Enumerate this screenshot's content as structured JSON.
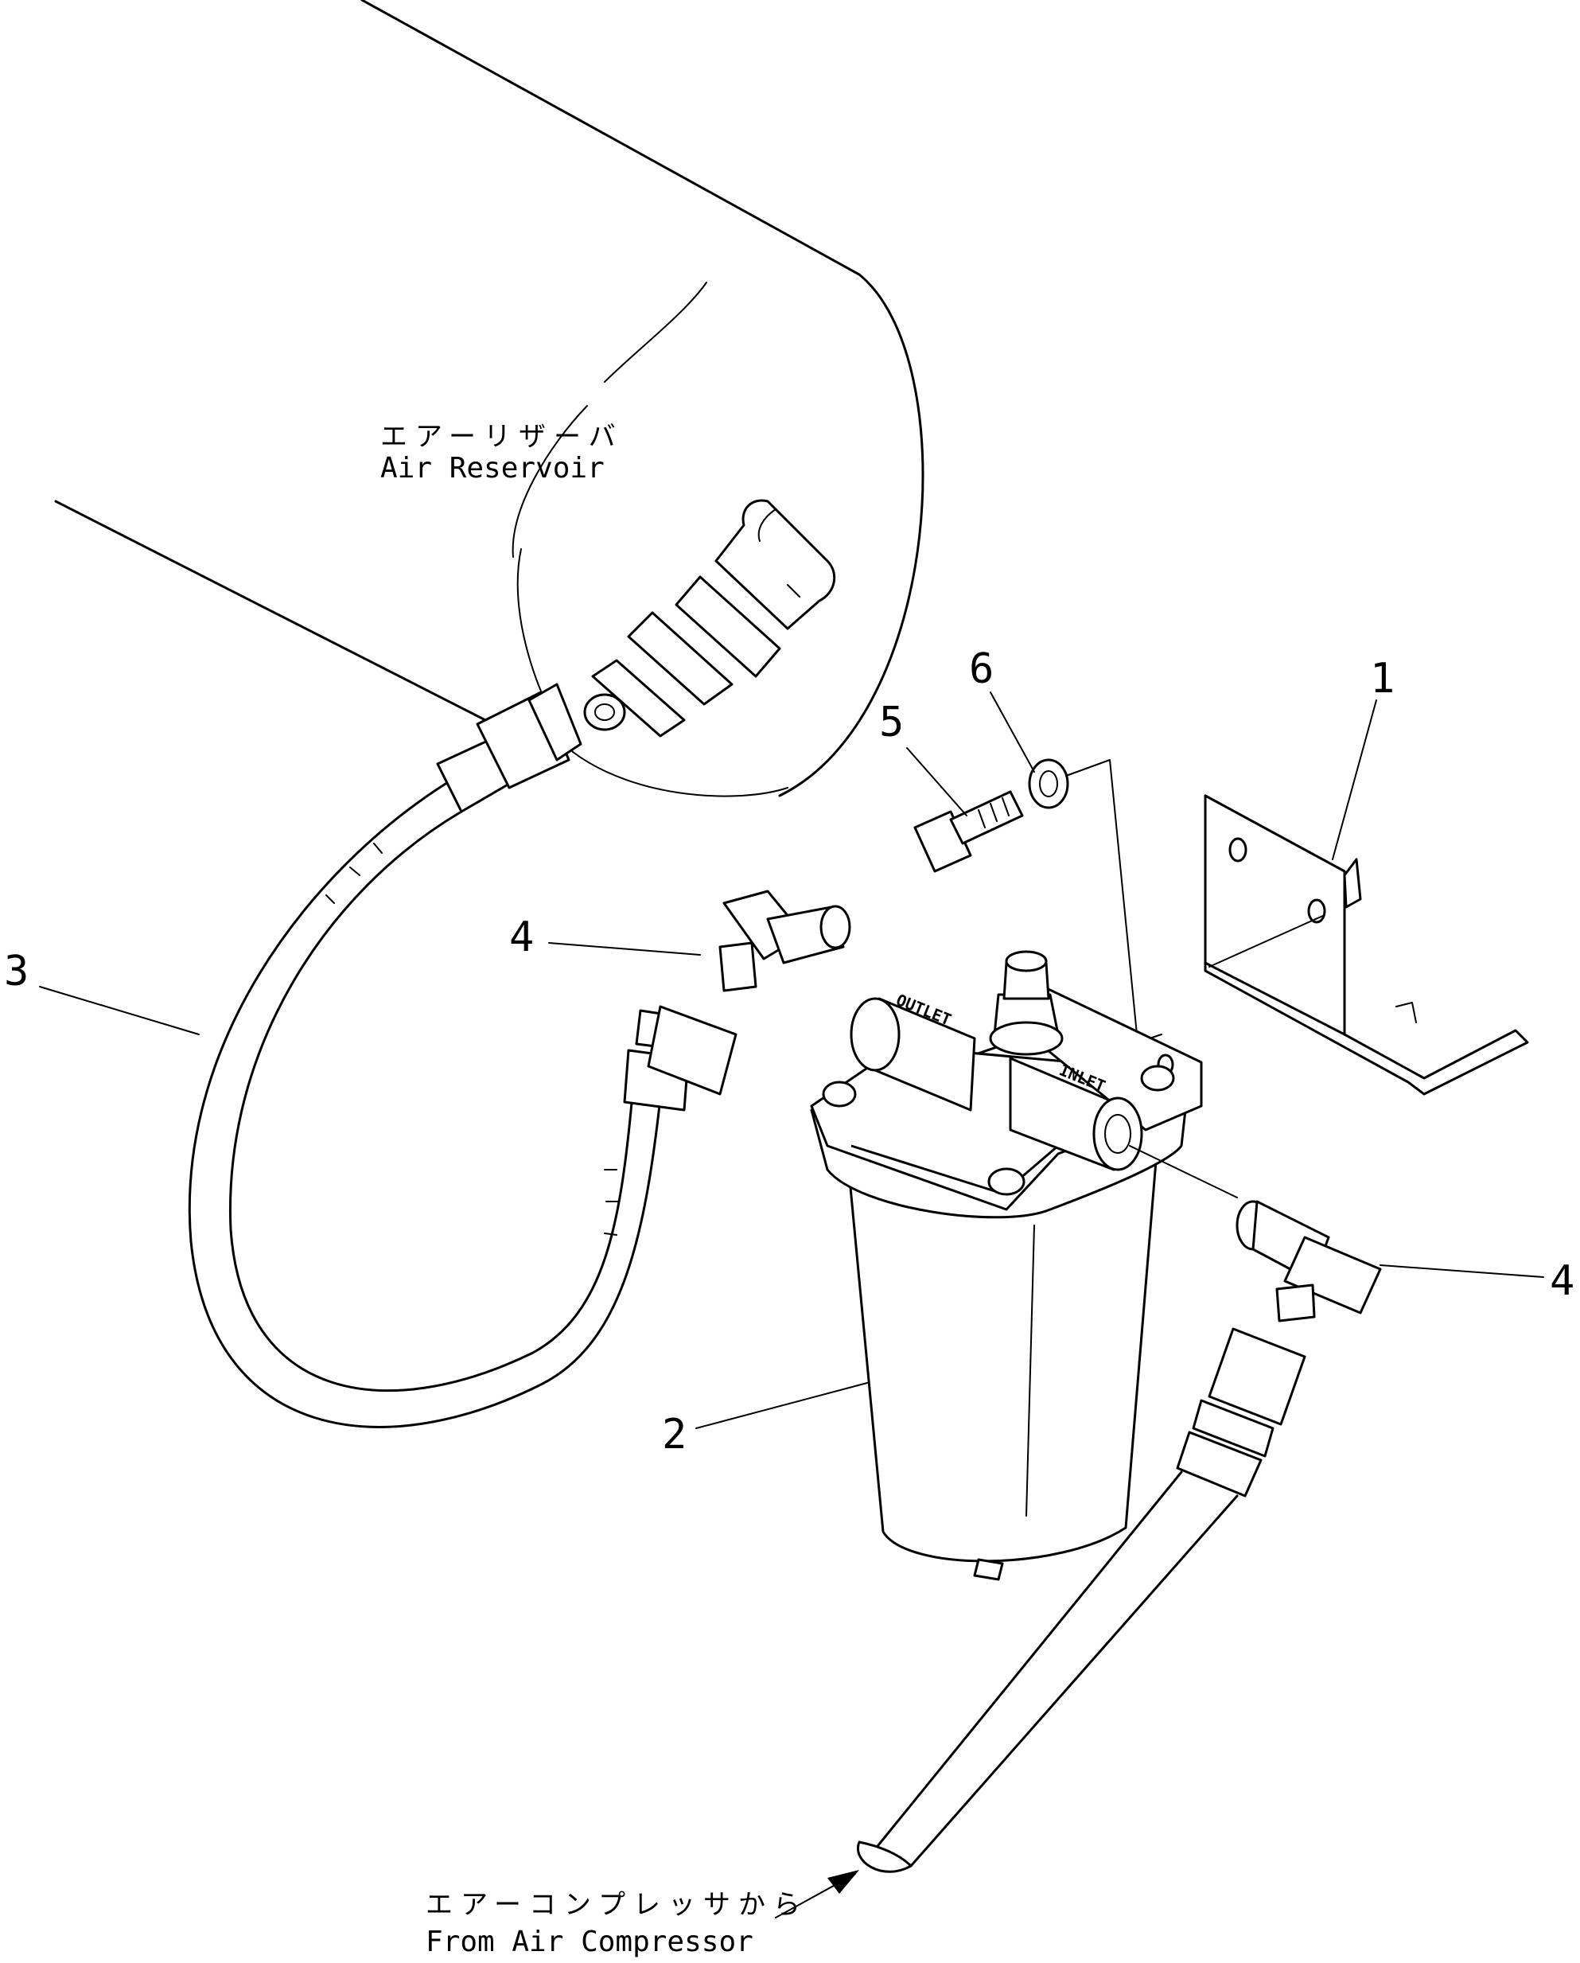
{
  "callouts": {
    "c1": "1",
    "c2": "2",
    "c3": "3",
    "c4_left": "4",
    "c4_right": "4",
    "c5": "5",
    "c6": "6"
  },
  "labels": {
    "reservoir_jp": "エアーリザーバ",
    "reservoir_en": "Air Reservoir",
    "compressor_jp": "エアーコンプレッサから",
    "compressor_en": "From Air Compressor",
    "outlet": "OUTLET",
    "inlet": "INLET"
  }
}
